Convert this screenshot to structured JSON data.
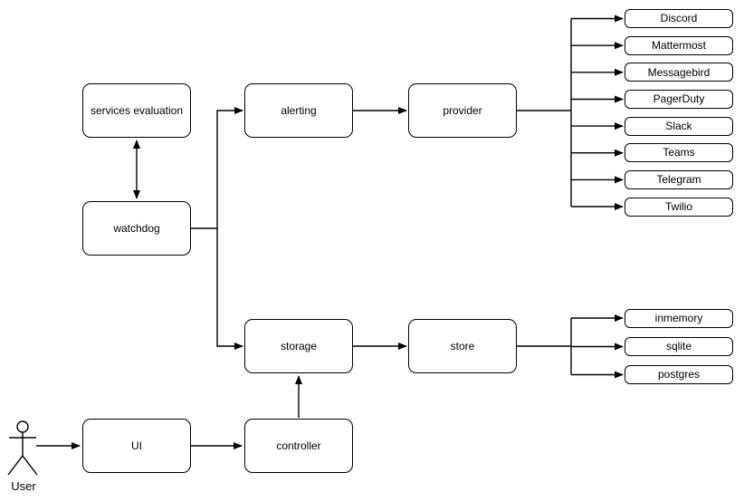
{
  "diagram": {
    "colors": {
      "background": "#ffffff",
      "stroke": "#000000",
      "node_fill": "#ffffff",
      "text": "#000000"
    },
    "actor": {
      "label": "User"
    },
    "nodes": {
      "services_evaluation": {
        "label": "services evaluation"
      },
      "watchdog": {
        "label": "watchdog"
      },
      "alerting": {
        "label": "alerting"
      },
      "provider": {
        "label": "provider"
      },
      "storage": {
        "label": "storage"
      },
      "store": {
        "label": "store"
      },
      "ui": {
        "label": "UI"
      },
      "controller": {
        "label": "controller"
      }
    },
    "provider_types": [
      "Discord",
      "Mattermost",
      "Messagebird",
      "PagerDuty",
      "Slack",
      "Teams",
      "Telegram",
      "Twilio"
    ],
    "store_types": [
      "inmemory",
      "sqlite",
      "postgres"
    ],
    "edges": [
      {
        "from": "user",
        "to": "ui",
        "type": "arrow"
      },
      {
        "from": "ui",
        "to": "controller",
        "type": "arrow"
      },
      {
        "from": "controller",
        "to": "storage",
        "type": "arrow"
      },
      {
        "from": "watchdog",
        "to": "services_evaluation",
        "type": "double-arrow"
      },
      {
        "from": "watchdog",
        "to": "alerting",
        "type": "arrow"
      },
      {
        "from": "watchdog",
        "to": "storage",
        "type": "arrow"
      },
      {
        "from": "alerting",
        "to": "provider",
        "type": "arrow"
      },
      {
        "from": "storage",
        "to": "store",
        "type": "arrow"
      },
      {
        "from": "provider",
        "to": "Discord",
        "type": "arrow"
      },
      {
        "from": "provider",
        "to": "Mattermost",
        "type": "arrow"
      },
      {
        "from": "provider",
        "to": "Messagebird",
        "type": "arrow"
      },
      {
        "from": "provider",
        "to": "PagerDuty",
        "type": "arrow"
      },
      {
        "from": "provider",
        "to": "Slack",
        "type": "arrow"
      },
      {
        "from": "provider",
        "to": "Teams",
        "type": "arrow"
      },
      {
        "from": "provider",
        "to": "Telegram",
        "type": "arrow"
      },
      {
        "from": "provider",
        "to": "Twilio",
        "type": "arrow"
      },
      {
        "from": "store",
        "to": "inmemory",
        "type": "arrow"
      },
      {
        "from": "store",
        "to": "sqlite",
        "type": "arrow"
      },
      {
        "from": "store",
        "to": "postgres",
        "type": "arrow"
      }
    ]
  }
}
